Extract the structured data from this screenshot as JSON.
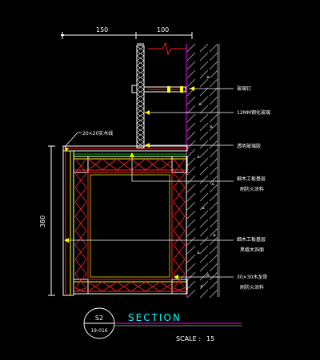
{
  "drawing": {
    "dimensions": {
      "top_left": "150",
      "top_right": "100",
      "height": "380"
    },
    "annotations": [
      {
        "id": "glass-clip",
        "text": "玻璃钉"
      },
      {
        "id": "glass",
        "text": "12MM钢化玻璃"
      },
      {
        "id": "glue",
        "text": "透明玻璃胶"
      },
      {
        "id": "wood-base",
        "text": "细木工板基层"
      },
      {
        "id": "wood-base-fire",
        "text": "刷防火涂料"
      },
      {
        "id": "wood-base-2",
        "text": "细木工板基层"
      },
      {
        "id": "veneer",
        "text": "黑檀木饰面"
      },
      {
        "id": "keel",
        "text": "30×30木龙骨"
      },
      {
        "id": "keel-fire",
        "text": "刷防火涂料"
      },
      {
        "id": "wood-line",
        "text": "20×20实木线"
      }
    ],
    "title": {
      "section_id": "S2",
      "sheet_ref": "19-016",
      "label": "SECTION",
      "scale_label": "SCALE :",
      "scale_value": "15"
    },
    "colors": {
      "background": "#000000",
      "white": "#ffffff",
      "yellow": "#ffff00",
      "red": "#ff2020",
      "cyan": "#00ffff",
      "magenta": "#ff00ff",
      "green": "#00c000",
      "gray": "#8a8a8a"
    }
  }
}
